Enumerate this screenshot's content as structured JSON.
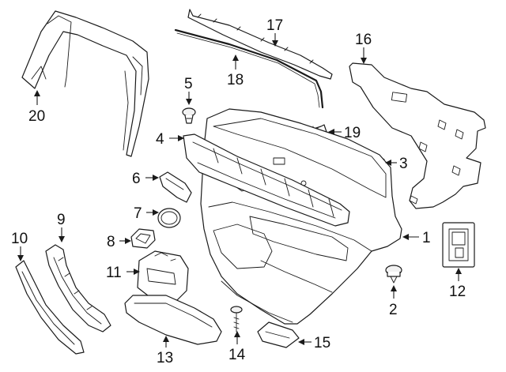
{
  "callouts": {
    "c1": "1",
    "c2": "2",
    "c3": "3",
    "c4": "4",
    "c5": "5",
    "c6": "6",
    "c7": "7",
    "c8": "8",
    "c9": "9",
    "c10": "10",
    "c11": "11",
    "c12": "12",
    "c13": "13",
    "c14": "14",
    "c15": "15",
    "c16": "16",
    "c17": "17",
    "c18": "18",
    "c19": "19",
    "c20": "20"
  },
  "colors": {
    "line": "#1a1a1a",
    "background": "#ffffff"
  }
}
